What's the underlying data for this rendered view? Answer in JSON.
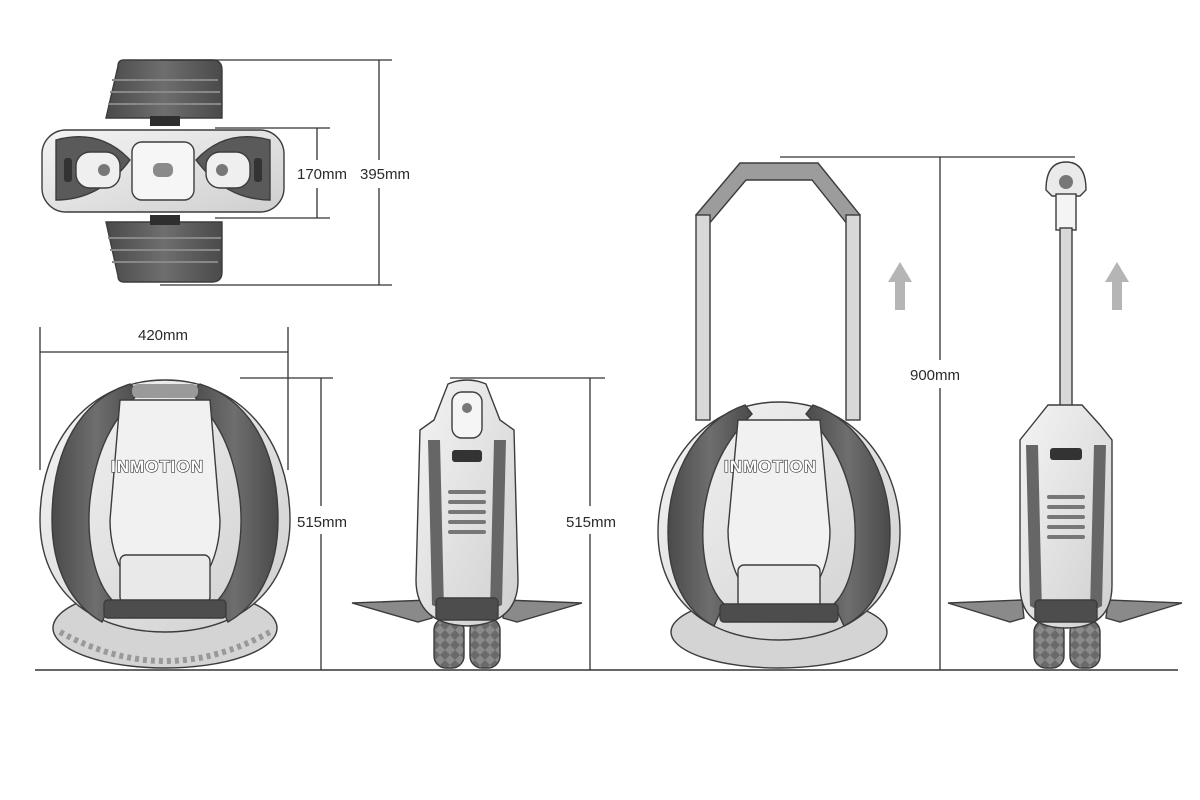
{
  "brand": "INMOTION",
  "dimensions": {
    "top_inner_width": "170mm",
    "top_outer_width": "395mm",
    "front_width": "420mm",
    "front_height": "515mm",
    "side_height": "515mm",
    "extended_height": "900mm"
  },
  "colors": {
    "dark_shell": "#5c5c5c",
    "light_shell": "#e6e6e6",
    "line": "#333333",
    "arrow": "#b5b5b5"
  }
}
